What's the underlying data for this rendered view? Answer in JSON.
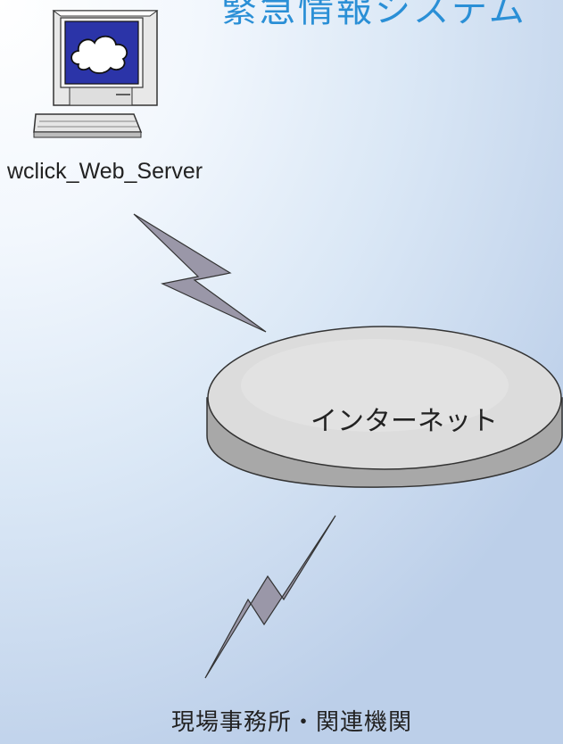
{
  "title": "緊急情報システム",
  "nodes": {
    "server": {
      "label": "wclick_Web_Server",
      "icon": "computer-icon"
    },
    "internet": {
      "label": "インターネット",
      "icon": "internet-cloud-disc"
    },
    "field": {
      "label": "現場事務所・関連機関"
    }
  },
  "links": [
    {
      "from": "server",
      "to": "internet",
      "style": "lightning-bolt"
    },
    {
      "from": "internet",
      "to": "field",
      "style": "lightning-bolt"
    }
  ],
  "colors": {
    "title": "#2a8fd6",
    "screen": "#2b34a8",
    "bolt": "#9a97a8",
    "disc": "#dcdcdc"
  }
}
